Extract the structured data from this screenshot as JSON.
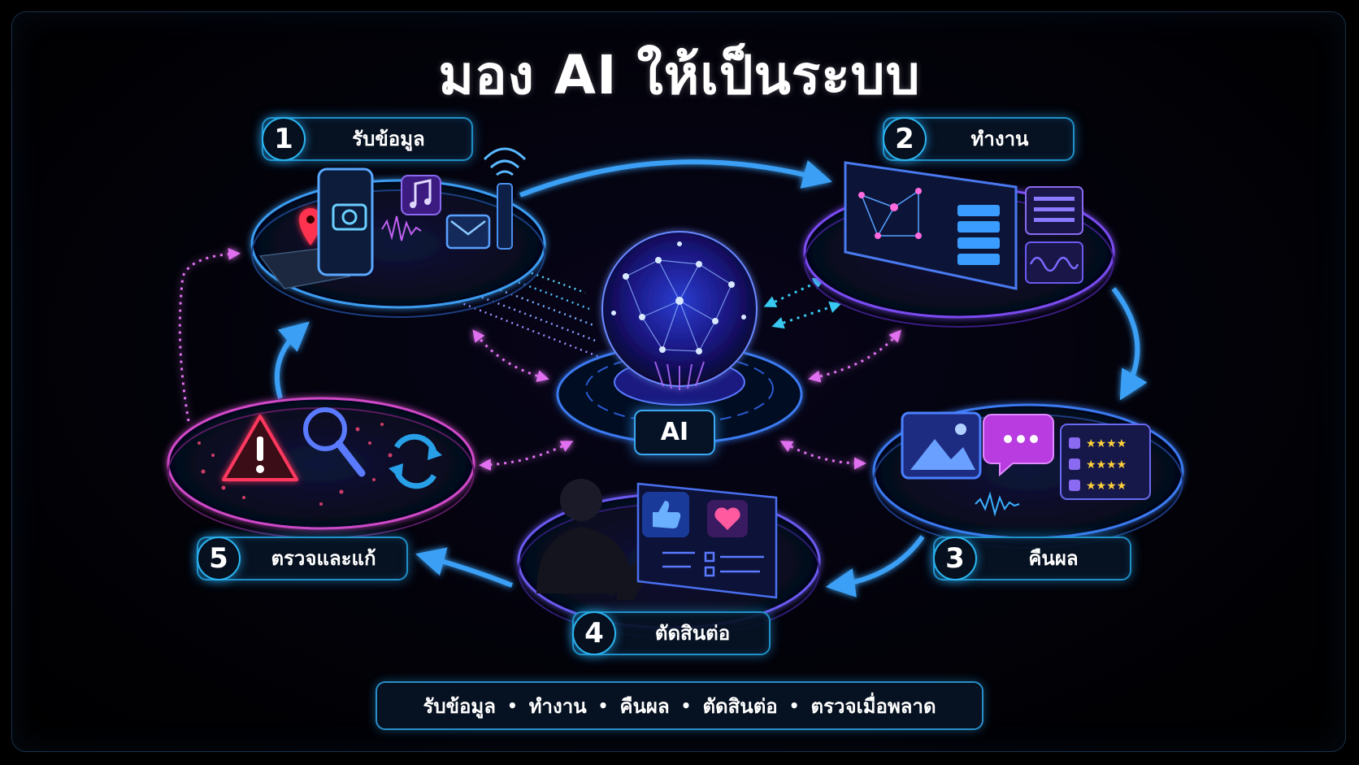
{
  "title": "มอง AI ให้เป็นระบบ",
  "center": {
    "label": "AI"
  },
  "steps": [
    {
      "number": "1",
      "label": "รับข้อมูล"
    },
    {
      "number": "2",
      "label": "ทำงาน"
    },
    {
      "number": "3",
      "label": "คืนผล"
    },
    {
      "number": "4",
      "label": "ตัดสินต่อ"
    },
    {
      "number": "5",
      "label": "ตรวจและแก้"
    }
  ],
  "summary": [
    "รับข้อมูล",
    "ทำงาน",
    "คืนผล",
    "ตัดสินต่อ",
    "ตรวจเมื่อพลาด"
  ],
  "summary_separator": "•",
  "colors": {
    "background": "#000000",
    "cyan_accent": "#2bb5f0",
    "blue_arrow": "#3aa0f5",
    "magenta_dotted": "#e070f0",
    "violet_glow": "#7a4cf0",
    "warning_red": "#ff3860"
  },
  "icons": [
    "map-pin-icon",
    "smartphone-icon",
    "camera-icon",
    "music-icon",
    "mail-icon",
    "wifi-tower-icon",
    "network-graph-icon",
    "server-stack-icon",
    "list-icon",
    "waveform-icon",
    "image-icon",
    "chat-bubble-icon",
    "star-rating-icon",
    "thumbs-up-icon",
    "heart-icon",
    "checklist-icon",
    "warning-icon",
    "magnifier-icon",
    "refresh-icon",
    "neural-sphere-icon"
  ]
}
